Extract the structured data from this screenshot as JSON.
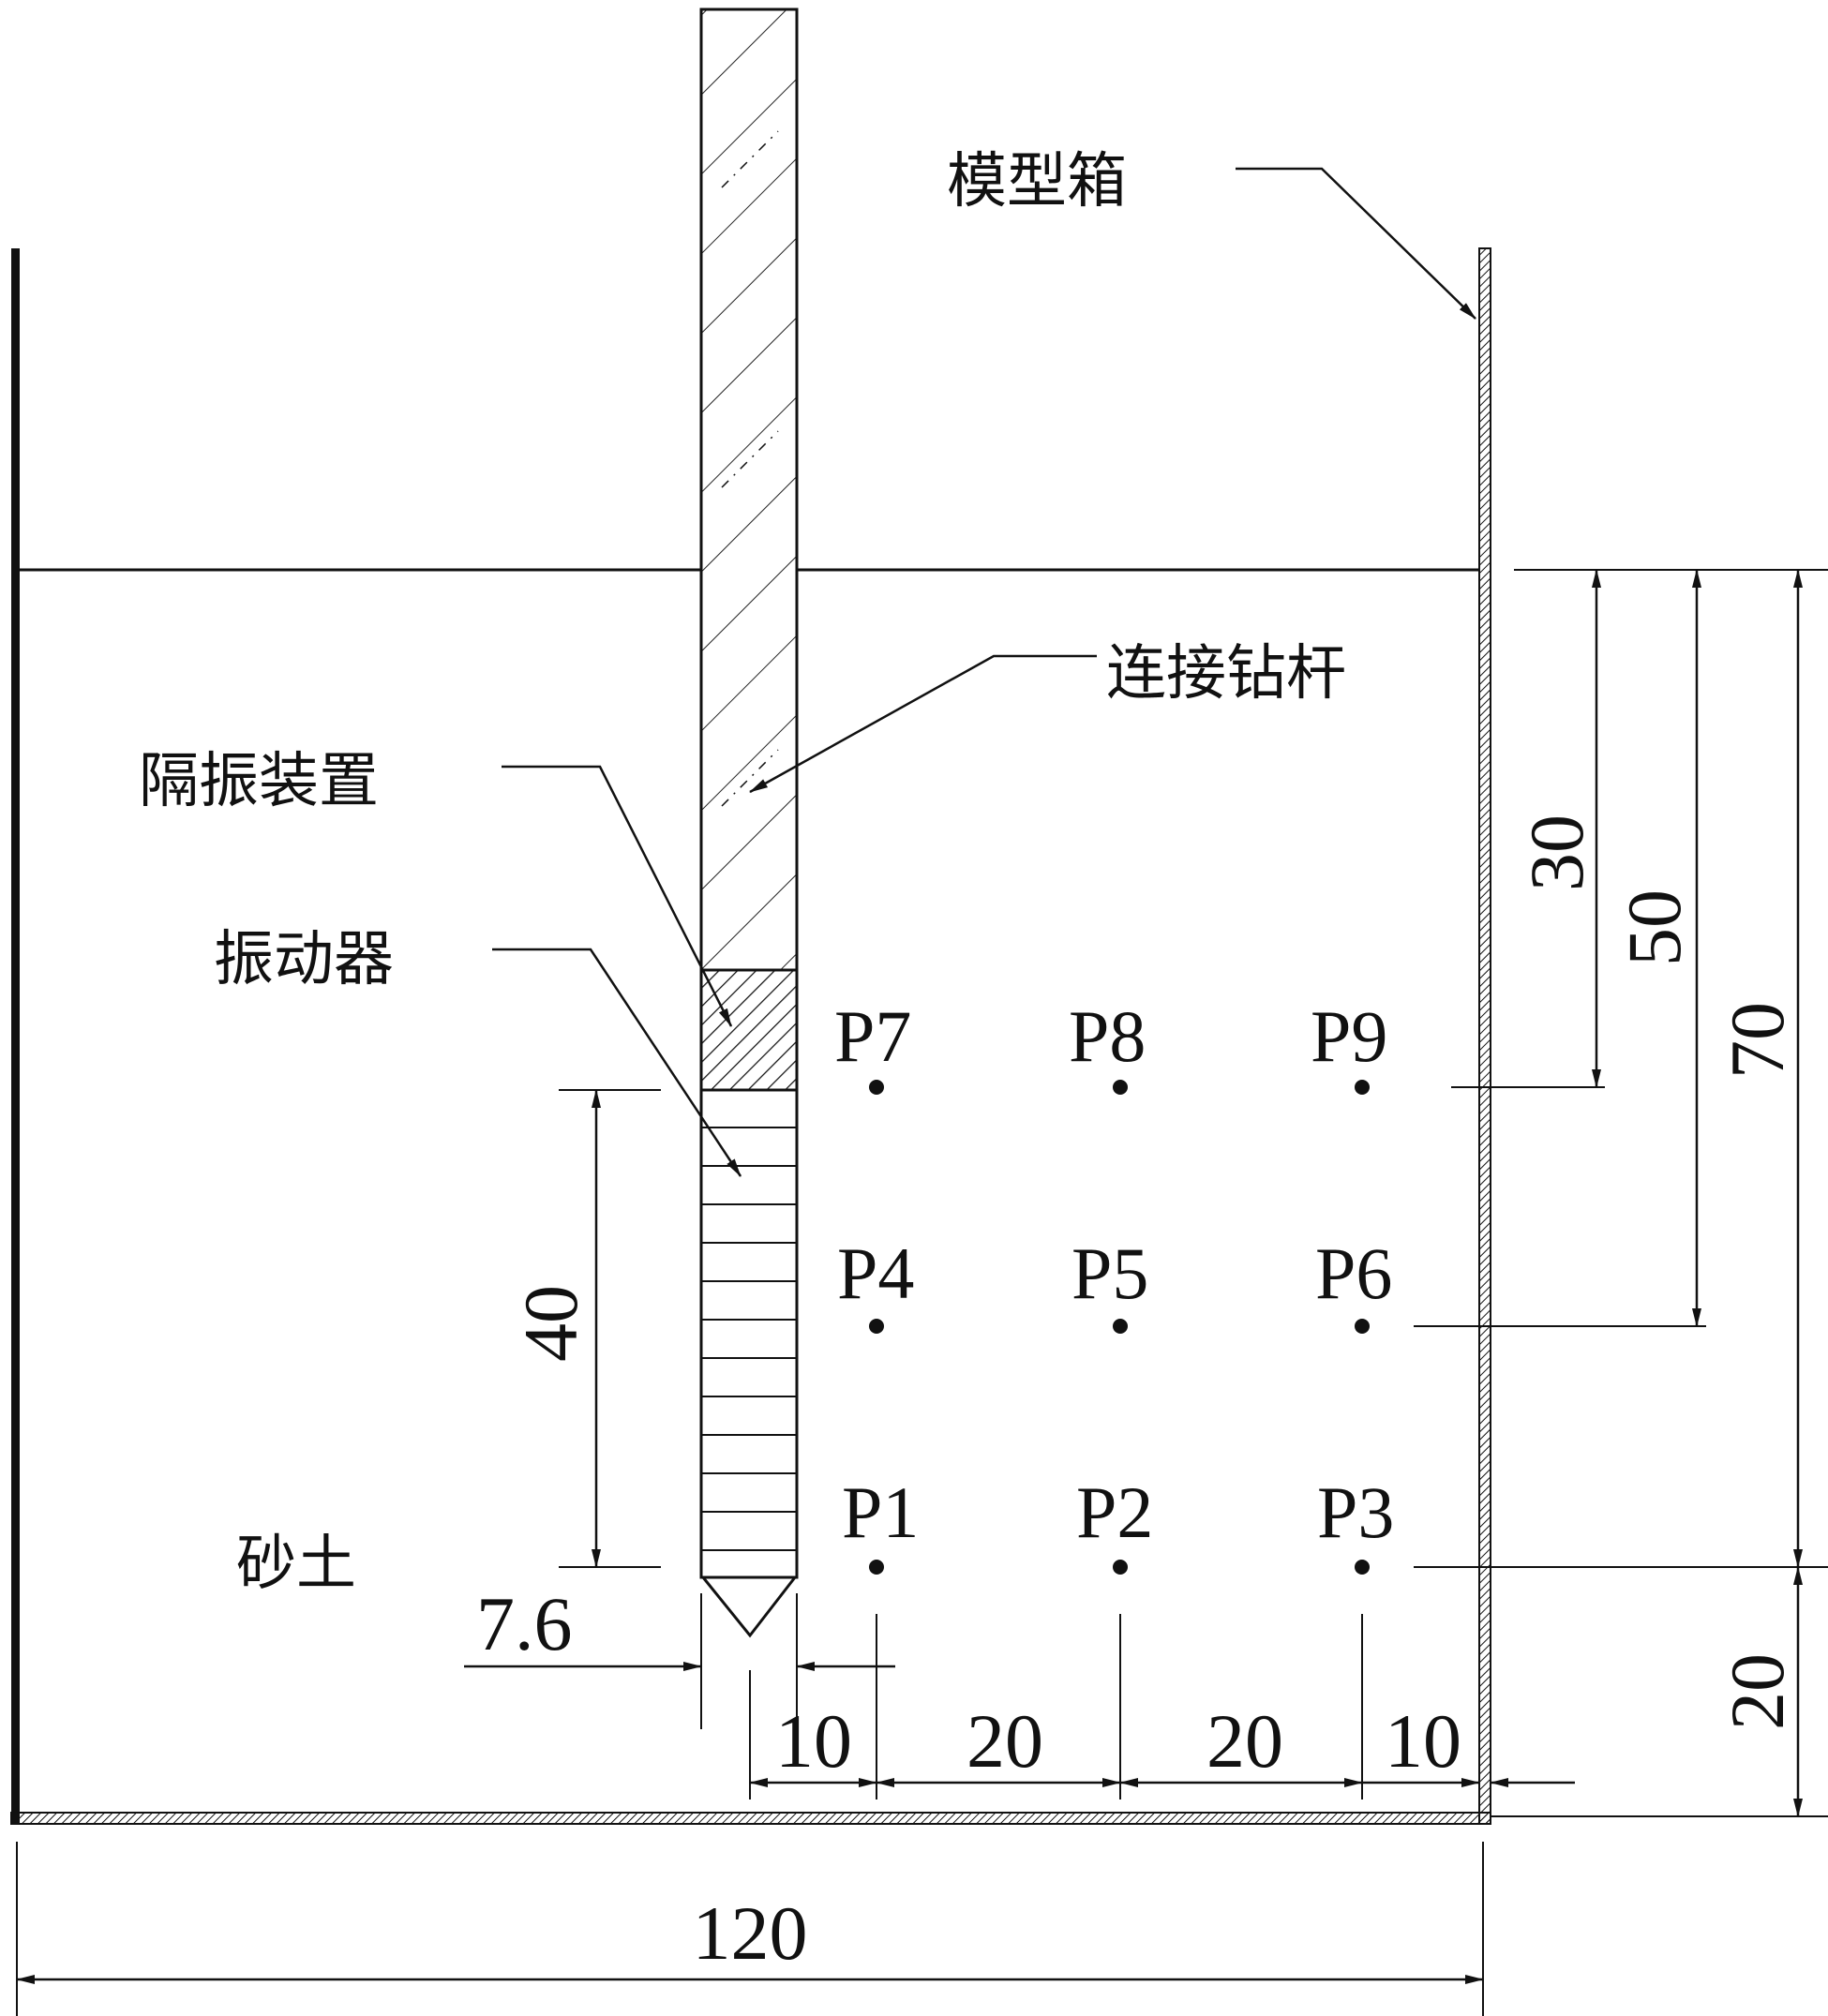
{
  "labels": {
    "model_box": "模型箱",
    "drill_rod": "连接钻杆",
    "isolator": "隔振装置",
    "vibrator": "振动器",
    "sand": "砂土"
  },
  "points": [
    "P7",
    "P8",
    "P9",
    "P4",
    "P5",
    "P6",
    "P1",
    "P2",
    "P3"
  ],
  "dimensions": {
    "d30": "30",
    "d50": "50",
    "d70": "70",
    "d20v": "20",
    "d40": "40",
    "d7_6": "7.6",
    "d10a": "10",
    "d20a": "20",
    "d20b": "20",
    "d10b": "10",
    "d120": "120"
  }
}
